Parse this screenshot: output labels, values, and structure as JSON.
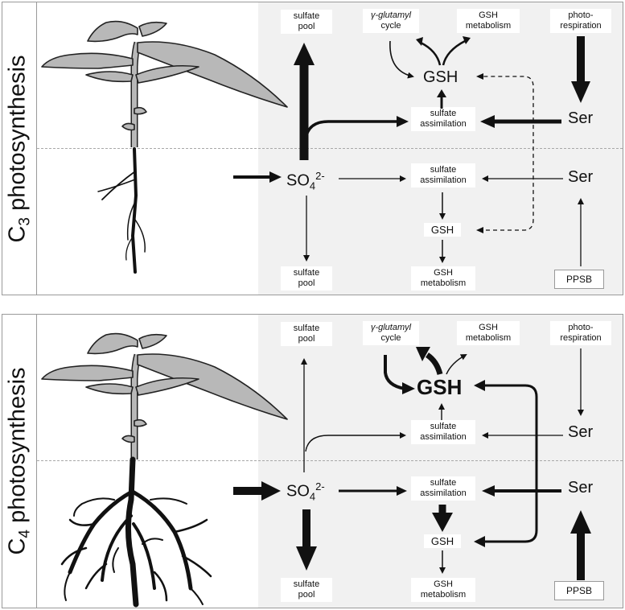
{
  "top": {
    "label_main": "C",
    "label_sub": "3",
    "label_rest": " photosynthesis",
    "sulfate_pool_top": [
      "sulfate",
      "pool"
    ],
    "gamma_glutamyl_cycle": [
      "γ-glutamyl",
      "cycle"
    ],
    "gsh_metabolism_top": [
      "GSH",
      "metabolism"
    ],
    "photorespiration": [
      "photo-",
      "respiration"
    ],
    "gsh_shoot": "GSH",
    "sulfate_assimilation_shoot": [
      "sulfate",
      "assimilation"
    ],
    "ser_shoot": "Ser",
    "so4": "SO",
    "so4_sub": "4",
    "so4_sup": "2-",
    "sulfate_assimilation_root": [
      "sulfate",
      "assimilation"
    ],
    "ser_root": "Ser",
    "gsh_root": "GSH",
    "sulfate_pool_bottom": [
      "sulfate",
      "pool"
    ],
    "gsh_metabolism_bottom": [
      "GSH",
      "metabolism"
    ],
    "ppsb": "PPSB"
  },
  "bottom": {
    "label_main": "C",
    "label_sub": "4",
    "label_rest": " photosynthesis",
    "sulfate_pool_top": [
      "sulfate",
      "pool"
    ],
    "gamma_glutamyl_cycle": [
      "γ-glutamyl",
      "cycle"
    ],
    "gsh_metabolism_top": [
      "GSH",
      "metabolism"
    ],
    "photorespiration": [
      "photo-",
      "respiration"
    ],
    "gsh_shoot": "GSH",
    "sulfate_assimilation_shoot": [
      "sulfate",
      "assimilation"
    ],
    "ser_shoot": "Ser",
    "so4": "SO",
    "so4_sub": "4",
    "so4_sup": "2-",
    "sulfate_assimilation_root": [
      "sulfate",
      "assimilation"
    ],
    "ser_root": "Ser",
    "gsh_root": "GSH",
    "sulfate_pool_bottom": [
      "sulfate",
      "pool"
    ],
    "gsh_metabolism_bottom": [
      "GSH",
      "metabolism"
    ],
    "ppsb": "PPSB"
  },
  "colors": {
    "leaf": "#b8b8b8",
    "outline": "#222222",
    "shade": "#f1f1f1",
    "divider": "#a8a8a8"
  }
}
